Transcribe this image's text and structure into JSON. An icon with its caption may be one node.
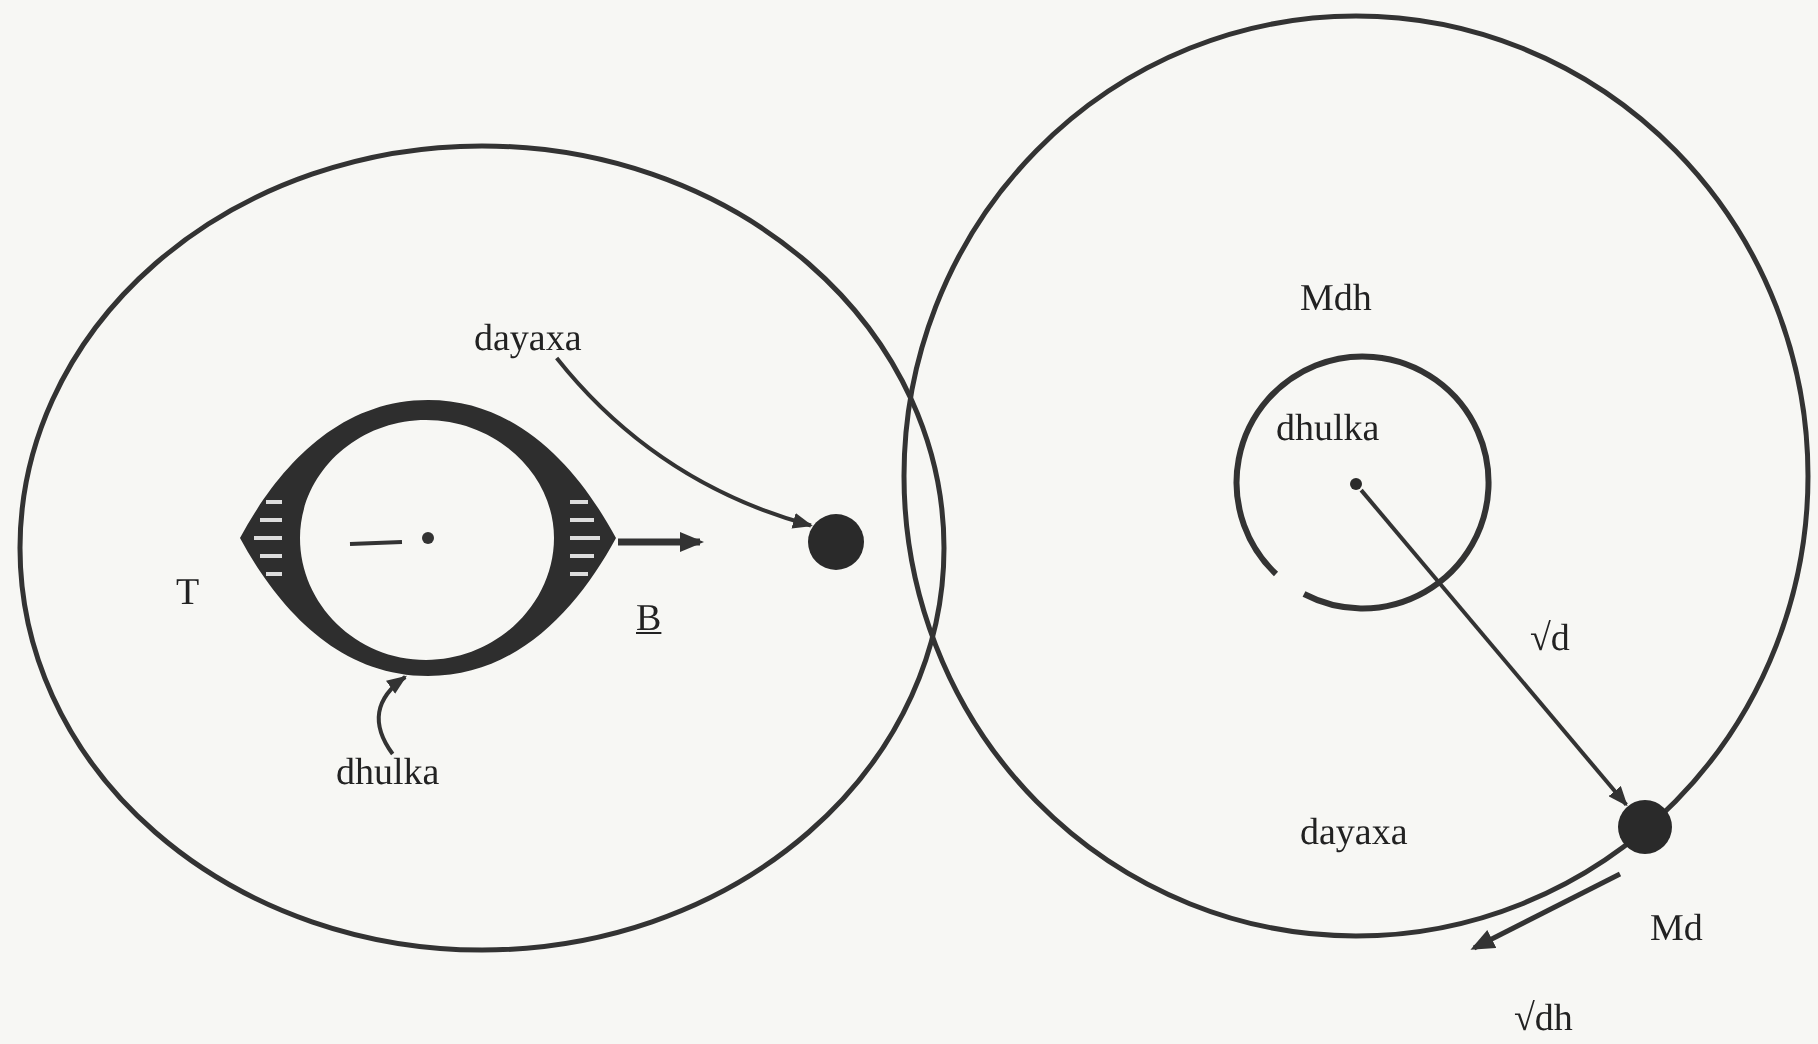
{
  "diagram": {
    "nodes": [
      {
        "text": [
          "dayaxa"
        ]
      },
      {
        "text": [],
        "shape": "picture",
        "beside": [
          "B"
        ]
      },
      {
        "text": [],
        "shape": "circle"
      },
      {
        "text": [
          "dhulka"
        ]
      },
      {
        "text": [
          "dhulka"
        ]
      },
      {
        "text": [],
        "shape": "circle",
        "in": 4
      },
      {
        "text": [],
        "shape": "circle",
        "beside": [
          "Md"
        ]
      }
    ],
    "edges": [
      {
        "from": 0,
        "to": 2,
        "arrow": "to"
      },
      {
        "from": 3,
        "to": 1,
        "arrow": "to"
      },
      {
        "from": 5,
        "to": 6,
        "arrow": "to",
        "label": "√d"
      }
    ],
    "labels": [
      "T",
      "Mdh",
      "dayaxa",
      "√dh"
    ]
  }
}
